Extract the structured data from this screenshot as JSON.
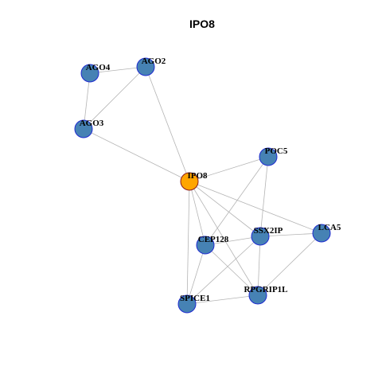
{
  "title": "IPO8",
  "colors": {
    "edge": "#b4b4b4",
    "node_fill": "#4682b4",
    "node_stroke": "#1f2bd0",
    "hub_fill": "#ffa500",
    "hub_stroke": "#8b1a1a"
  },
  "nodes": [
    {
      "id": "IPO8",
      "label": "IPO8",
      "hub": true
    },
    {
      "id": "AGO4",
      "label": "AGO4"
    },
    {
      "id": "AGO2",
      "label": "AGO2"
    },
    {
      "id": "AGO3",
      "label": "AGO3"
    },
    {
      "id": "POC5",
      "label": "POC5"
    },
    {
      "id": "LCA5",
      "label": "LCA5"
    },
    {
      "id": "SSX2IP",
      "label": "SSX2IP"
    },
    {
      "id": "CEP128",
      "label": "CEP128"
    },
    {
      "id": "RPGRIP1L",
      "label": "RPGRIP1L"
    },
    {
      "id": "SPICE1",
      "label": "SPICE1"
    }
  ],
  "edges": [
    [
      "AGO4",
      "AGO2"
    ],
    [
      "AGO4",
      "AGO3"
    ],
    [
      "AGO2",
      "AGO3"
    ],
    [
      "AGO2",
      "IPO8"
    ],
    [
      "AGO3",
      "IPO8"
    ],
    [
      "IPO8",
      "POC5"
    ],
    [
      "IPO8",
      "LCA5"
    ],
    [
      "IPO8",
      "SSX2IP"
    ],
    [
      "IPO8",
      "CEP128"
    ],
    [
      "IPO8",
      "RPGRIP1L"
    ],
    [
      "IPO8",
      "SPICE1"
    ],
    [
      "POC5",
      "SSX2IP"
    ],
    [
      "POC5",
      "CEP128"
    ],
    [
      "SSX2IP",
      "LCA5"
    ],
    [
      "SSX2IP",
      "CEP128"
    ],
    [
      "SSX2IP",
      "SPICE1"
    ],
    [
      "SSX2IP",
      "RPGRIP1L"
    ],
    [
      "LCA5",
      "RPGRIP1L"
    ],
    [
      "CEP128",
      "SPICE1"
    ],
    [
      "CEP128",
      "RPGRIP1L"
    ],
    [
      "SPICE1",
      "RPGRIP1L"
    ]
  ]
}
